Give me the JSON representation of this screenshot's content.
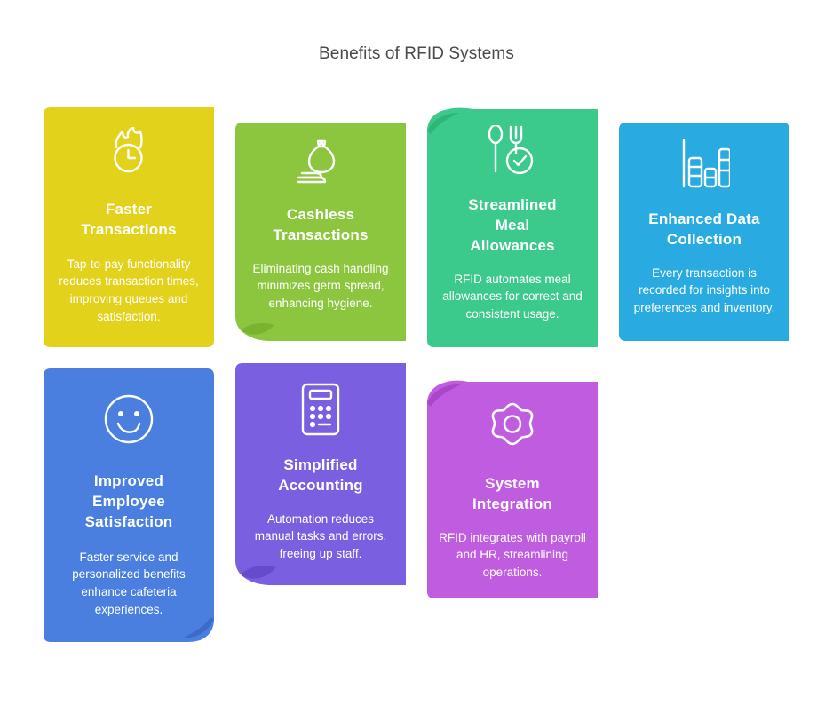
{
  "page": {
    "title": "Benefits of RFID Systems",
    "background_color": "#ffffff",
    "title_color": "#4a4a4a"
  },
  "cards": [
    {
      "id": "faster-transactions",
      "title": "Faster\nTransactions",
      "title_line_1": "Faster",
      "title_line_2": "Transactions",
      "description": "Tap-to-pay functionality reduces transaction times, improving queues and satisfaction.",
      "color": "#e3d21b",
      "icon": "clock-flame-icon",
      "corner_style": "rounded"
    },
    {
      "id": "cashless-transactions",
      "title": "Cashless\nTransactions",
      "title_line_1": "Cashless",
      "title_line_2": "Transactions",
      "description": "Eliminating cash handling minimizes germ spread, enhancing hygiene.",
      "color": "#8cc63f",
      "icon": "money-bag-hand-icon",
      "corner_style": "curl-bottom-left"
    },
    {
      "id": "streamlined-meal-allowances",
      "title": "Streamlined\nMeal\nAllowances",
      "title_line_1": "Streamlined",
      "title_line_2": "Meal",
      "title_line_3": "Allowances",
      "description": "RFID automates meal allowances for correct and consistent usage.",
      "color": "#3cc98c",
      "icon": "cutlery-check-icon",
      "corner_style": "curl-top-left"
    },
    {
      "id": "enhanced-data-collection",
      "title": "Enhanced Data\nCollection",
      "title_line_1": "Enhanced Data",
      "title_line_2": "Collection",
      "description": "Every transaction is recorded for insights into preferences and inventory.",
      "color": "#29abe2",
      "icon": "bar-chart-icon",
      "corner_style": "square-bottom-right"
    },
    {
      "id": "improved-employee-satisfaction",
      "title": "Improved\nEmployee\nSatisfaction",
      "title_line_1": "Improved",
      "title_line_2": "Employee",
      "title_line_3": "Satisfaction",
      "description": "Faster service and personalized benefits enhance cafeteria experiences.",
      "color": "#4a7fe0",
      "icon": "smiley-face-icon",
      "corner_style": "curl-bottom-right"
    },
    {
      "id": "simplified-accounting",
      "title": "Simplified\nAccounting",
      "title_line_1": "Simplified",
      "title_line_2": "Accounting",
      "description": "Automation reduces manual tasks and errors, freeing up staff.",
      "color": "#7a5fe0",
      "icon": "calculator-icon",
      "corner_style": "curl-bottom-left"
    },
    {
      "id": "system-integration",
      "title": "System\nIntegration",
      "title_line_1": "System",
      "title_line_2": "Integration",
      "description": "RFID integrates with payroll and HR, streamlining operations.",
      "color": "#c05ce0",
      "icon": "gear-icon",
      "corner_style": "curl-top-left"
    }
  ]
}
